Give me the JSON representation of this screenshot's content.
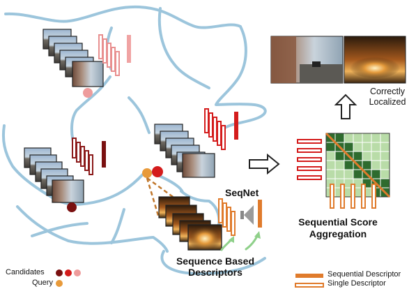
{
  "labels": {
    "seqnet": "SeqNet",
    "sequence_based_descriptors": "Sequence Based\nDescriptors",
    "sequential_score_aggregation": "Sequential Score\nAggregation",
    "correctly_localized": "Correctly\nLocalized"
  },
  "legend_left": {
    "candidates": "Candidates",
    "query": "Query"
  },
  "legend_right": {
    "sequential_descriptor": "Sequential Descriptor",
    "single_descriptor": "Single Descriptor"
  },
  "colors": {
    "route": "#9cc5dc",
    "candidate_dark": "#7a1010",
    "candidate_red": "#d41c1c",
    "candidate_pink": "#ee9c9c",
    "query": "#e89a3a",
    "orange_descriptor": "#e07b2c",
    "matrix_dark": "#2e6b2e",
    "matrix_light": "#b9dca8",
    "diag_line": "#e07b2c"
  },
  "icons": {
    "route_map": "route-map-icon",
    "frame_stack": "image-frame-stack-icon",
    "arrow": "hollow-arrow-icon",
    "curved_arrow": "curved-green-arrow-icon"
  }
}
